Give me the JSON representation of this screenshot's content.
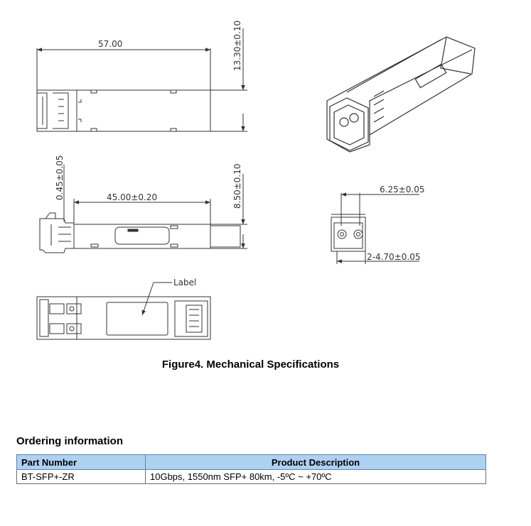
{
  "dimensions": {
    "length": "57.00",
    "height": "13.30±0.10",
    "offset": "0.45±0.05",
    "body_length": "45.00±0.20",
    "width": "8.50±0.10",
    "port_pitch": "6.25±0.05",
    "port_size": "2-4.70±0.05",
    "label_callout": "Label"
  },
  "figure": {
    "caption": "Figure4. Mechanical Specifications"
  },
  "ordering": {
    "title": "Ordering information",
    "headers": [
      "Part Number",
      "Product Description"
    ],
    "rows": [
      [
        "BT-SFP+-ZR",
        "10Gbps, 1550nm SFP+ 80km, -5ºC ~ +70ºC"
      ]
    ]
  },
  "colors": {
    "header_fill": "#aed1f1",
    "header_border": "#5a84b0"
  }
}
